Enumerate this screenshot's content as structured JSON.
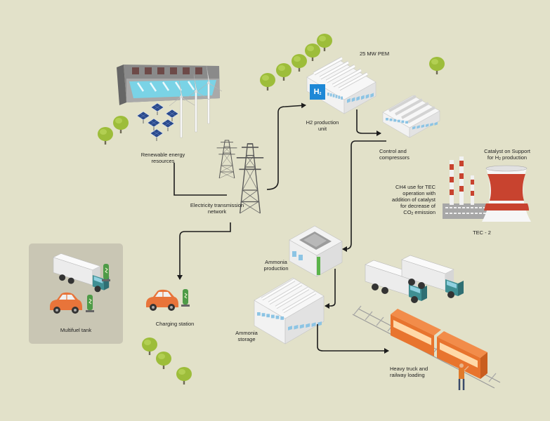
{
  "labels": {
    "pem": "25  MW  PEM",
    "h2_unit_1": "H2 production",
    "h2_unit_2": "unit",
    "h2_badge": "H",
    "h2_badge_sub": "2",
    "renewable_1": "Renewable energy",
    "renewable_2": "resources",
    "control_1": "Control and",
    "control_2": "compressors",
    "catalyst_1": "Catalyst on Support",
    "catalyst_2a": "for H",
    "catalyst_2sub": "2",
    "catalyst_2b": " production",
    "ch4_1": "CH4 use for TEC",
    "ch4_2": "operation with",
    "ch4_3": "addition of catalyst",
    "ch4_4": "for decrease of",
    "ch4_5a": "CO",
    "ch4_5sub": "2",
    "ch4_5b": " emission",
    "tec": "TEC - 2",
    "grid_1": "Electricity transmission",
    "grid_2": "network",
    "ammonia_prod_1": "Ammonia",
    "ammonia_prod_2": "production",
    "ammonia_storage_1": "Ammonia",
    "ammonia_storage_2": "storage",
    "charging": "Charging station",
    "multifuel": "Multifuel tank",
    "heavy_1": "Heavy truck and",
    "heavy_2": "railway loading"
  },
  "colors": {
    "background": "#e2e1c9",
    "tree": "#9dbd3a",
    "panel": "#c9c6b4",
    "arrow": "#1c1c1c",
    "car": "#e8743a",
    "truck_cab": "#3f8f93",
    "train": "#e8742e",
    "building_roof": "#f4f4f4",
    "window": "#8cc4e4",
    "chimney_red": "#c8432f"
  }
}
